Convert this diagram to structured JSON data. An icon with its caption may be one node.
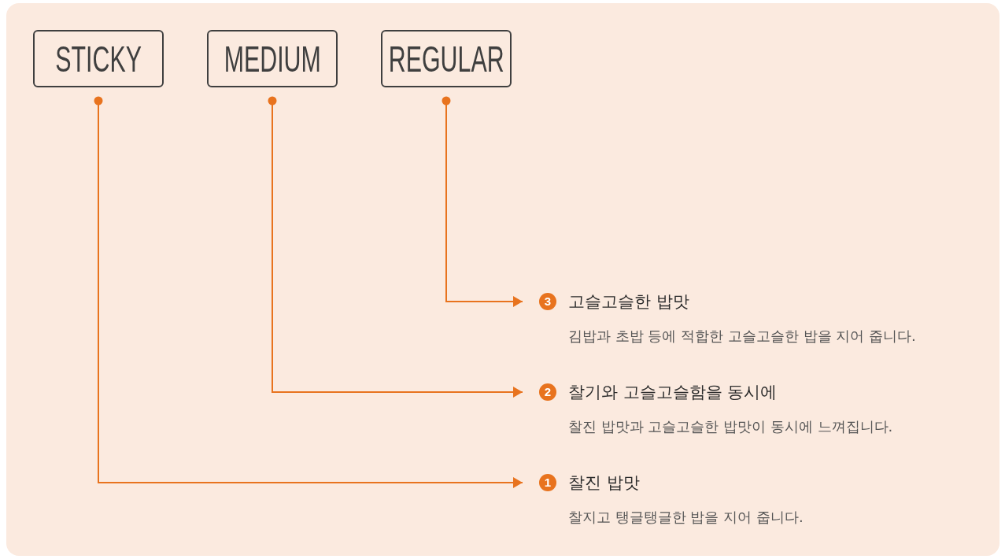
{
  "diagram": {
    "nodes": [
      {
        "text": [
          "STICKY"
        ]
      },
      {
        "text": [
          "MEDIUM"
        ]
      },
      {
        "text": [
          "REGULAR"
        ]
      },
      {
        "text": [
          "3",
          "고슬고슬한 밥맛",
          "김밥과 초밥 등에 적합한 고슬고슬한 밥을 지어 줍니다."
        ]
      },
      {
        "text": [
          "2",
          "찰기와 고슬고슬함을 동시에",
          "찰진 밥맛과 고슬고슬한 밥맛이 동시에 느껴집니다."
        ]
      },
      {
        "text": [
          "1",
          "찰진 밥맛",
          "찰지고 탱글탱글한 밥을 지어 줍니다."
        ]
      }
    ],
    "edges": [
      {
        "from": 2,
        "to": 3,
        "arrow": "to"
      },
      {
        "from": 1,
        "to": 4,
        "arrow": "to"
      },
      {
        "from": 0,
        "to": 5,
        "arrow": "to"
      }
    ]
  }
}
